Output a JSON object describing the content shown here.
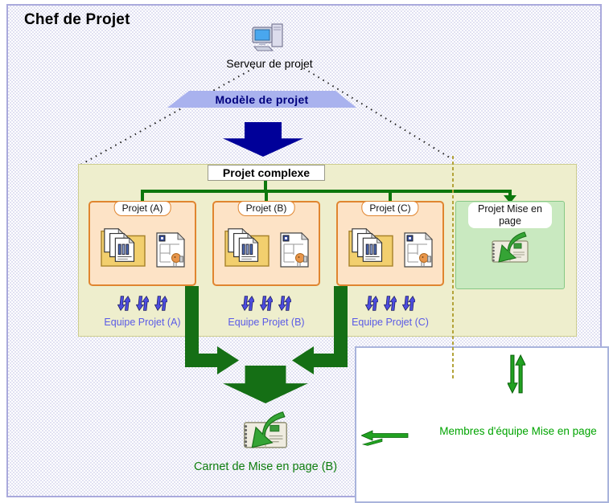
{
  "title": "Chef de Projet",
  "server": {
    "label": "Serveur de projet",
    "icon": "computer-icon"
  },
  "banner": {
    "label": "Modèle de projet",
    "fill": "#a9b2ee",
    "text_color": "#00007d"
  },
  "complex_project": {
    "label": "Projet complexe"
  },
  "projects": [
    {
      "tab": "Projet (A)",
      "team": "Equipe Projet (A)",
      "icons": [
        "folder-documents-icon",
        "document-person-icon"
      ]
    },
    {
      "tab": "Projet (B)",
      "team": "Equipe Projet (B)",
      "icons": [
        "folder-documents-icon",
        "document-person-icon"
      ]
    },
    {
      "tab": "Projet (C)",
      "team": "Equipe Projet (C)",
      "icons": [
        "folder-documents-icon",
        "document-person-icon"
      ]
    }
  ],
  "layout_project": {
    "label": "Projet Mise en page",
    "icon": "layout-book-icon"
  },
  "layout_book": {
    "label": "Carnet de Mise en page (B)",
    "icon": "layout-book-icon"
  },
  "team_members": {
    "label": "Membres d'équipe Mise en page"
  },
  "colors": {
    "template_arrow": "#000099",
    "tree_green": "#0c770c",
    "merge_arrow_green": "#156f15",
    "panel_yellow": "#eeeecd",
    "project_box_fill": "#fde3c6",
    "project_box_border": "#e0852f",
    "layout_box_fill": "#c9e9c0",
    "team_text": "#5a5ae6",
    "carnet_text": "#0e7d0e",
    "members_text": "#00a400",
    "workspace_pattern": "#e1e1f2",
    "reference_line_olive": "#b3a339"
  }
}
